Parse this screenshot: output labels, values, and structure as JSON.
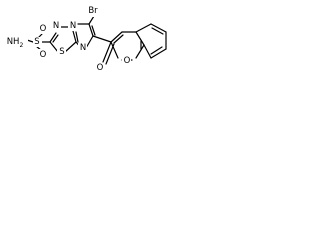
{
  "molecule": {
    "atom_labels": {
      "br": "Br",
      "n_top": "N",
      "n_mid": "N",
      "n_left": "N",
      "s_ring": "S",
      "s_sulfonyl": "S",
      "nh2": "NH",
      "nh2_subscript": "2",
      "o_sulf_top": "O",
      "o_sulf_bottom": "O",
      "o_ring": "O",
      "o_carbonyl": "O"
    }
  }
}
